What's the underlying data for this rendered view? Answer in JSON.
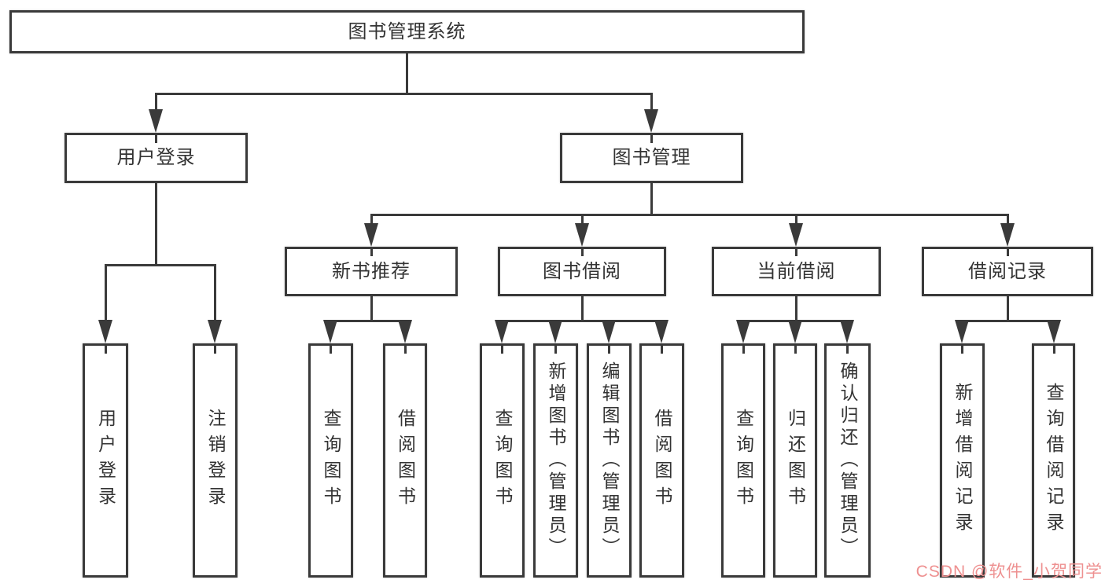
{
  "diagram": {
    "root": "图书管理系统",
    "level2": [
      "用户登录",
      "图书管理"
    ],
    "level3": [
      "新书推荐",
      "图书借阅",
      "当前借阅",
      "借阅记录"
    ],
    "leaves": {
      "user_login": [
        "用户登录",
        "注销登录"
      ],
      "new_books": [
        "查询图书",
        "借阅图书"
      ],
      "book_borrow": [
        "查询图书",
        "新增图书（管理员）",
        "编辑图书（管理员）",
        "借阅图书"
      ],
      "current_borrow": [
        "查询图书",
        "归还图书",
        "确认归还（管理员）"
      ],
      "borrow_records": [
        "新增借阅记录",
        "查询借阅记录"
      ]
    }
  },
  "watermark": {
    "text": "CSDN @软件_小贺同学",
    "color": "#ee9090"
  },
  "colors": {
    "line": "#3a3a3a",
    "box_border": "#3a3a3a",
    "text": "#333333",
    "background": "#ffffff"
  }
}
